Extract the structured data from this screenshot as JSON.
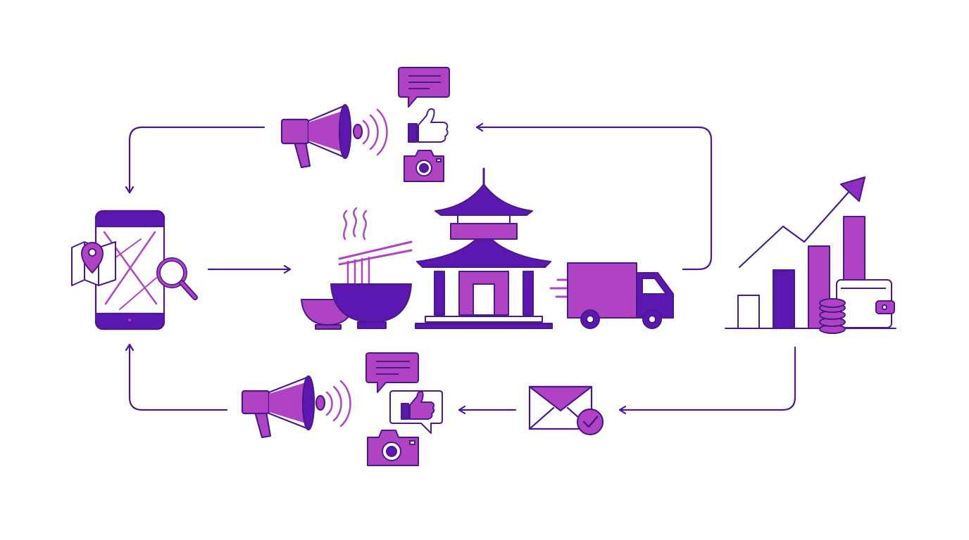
{
  "diagram": {
    "kind": "marketing-cycle-illustration",
    "colors": {
      "stroke": "#4a1a8c",
      "deep": "#5b17b0",
      "fill": "#b043c4",
      "mid": "#8e2fc0",
      "bg": "#ffffff"
    },
    "icons": [
      "smartphone-map-icon",
      "location-pin-icon",
      "magnifier-icon",
      "noodle-bowl-icon",
      "rice-bowl-icon",
      "pagoda-restaurant-icon",
      "delivery-truck-icon",
      "growth-bar-chart-icon",
      "trend-arrow-icon",
      "coins-icon",
      "wallet-icon",
      "megaphone-icon",
      "chat-bubble-icon",
      "thumbs-up-icon",
      "camera-icon",
      "envelope-check-icon"
    ],
    "flows": [
      "top-left-arrow",
      "top-right-arrow",
      "left-bottom-arrow",
      "right-bottom-arrow",
      "phone-to-food-arrow",
      "envelope-to-social-arrow"
    ]
  }
}
